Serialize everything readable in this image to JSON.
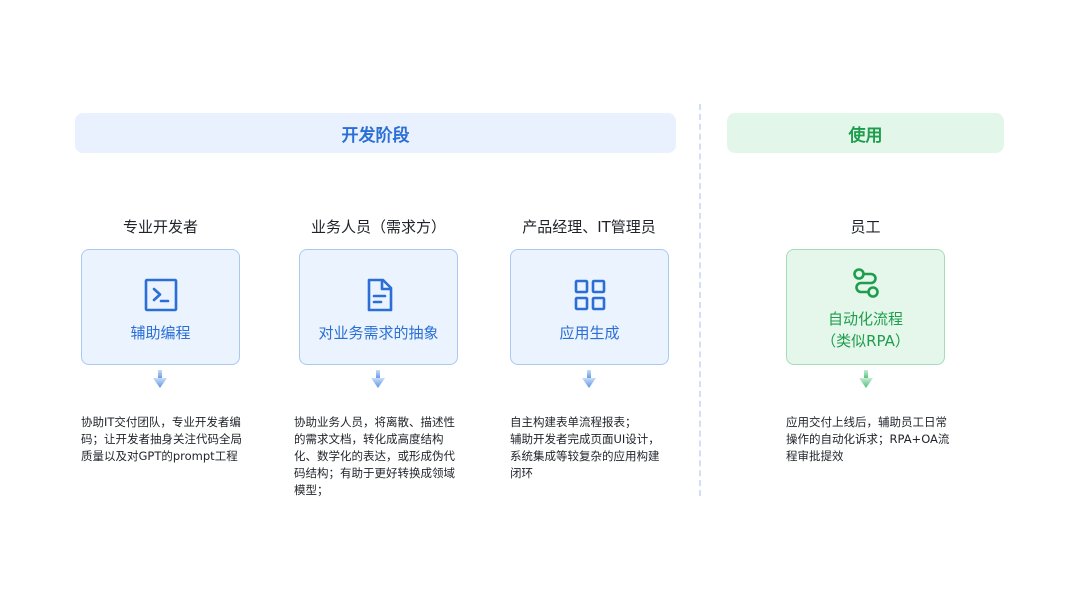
{
  "phases": {
    "development": "开发阶段",
    "usage": "使用"
  },
  "columns": [
    {
      "role": "专业开发者",
      "card_label": "辅助编程",
      "icon": "terminal-icon",
      "description_lines": [
        "协助IT交付团队，专业开发者编",
        "码；让开发者抽身关注代码全局",
        "质量以及对GPT的prompt工程"
      ]
    },
    {
      "role": "业务人员（需求方）",
      "card_label": "对业务需求的抽象",
      "icon": "document-icon",
      "description_lines": [
        "协助业务人员，将离散、描述性",
        "的需求文档，转化成高度结构",
        "化、数学化的表达，或形成伪代",
        "码结构；有助于更好转换成领域",
        "模型；"
      ]
    },
    {
      "role": "产品经理、IT管理员",
      "card_label": "应用生成",
      "icon": "grid-icon",
      "description_lines": [
        "自主构建表单流程报表；",
        "辅助开发者完成页面UI设计，",
        "系统集成等较复杂的应用构建",
        "闭环"
      ]
    },
    {
      "role": "员工",
      "card_label_lines": [
        "自动化流程",
        "（类似RPA）"
      ],
      "icon": "workflow-icon",
      "description_lines": [
        "应用交付上线后，辅助员工日常",
        "操作的自动化诉求；RPA+OA流",
        "程审批提效"
      ]
    }
  ],
  "colors": {
    "accent_blue": "#2b6fd6",
    "accent_green": "#1e9e4d",
    "blue_bg": "#e8f1fd",
    "green_bg": "#e3f6ea"
  }
}
